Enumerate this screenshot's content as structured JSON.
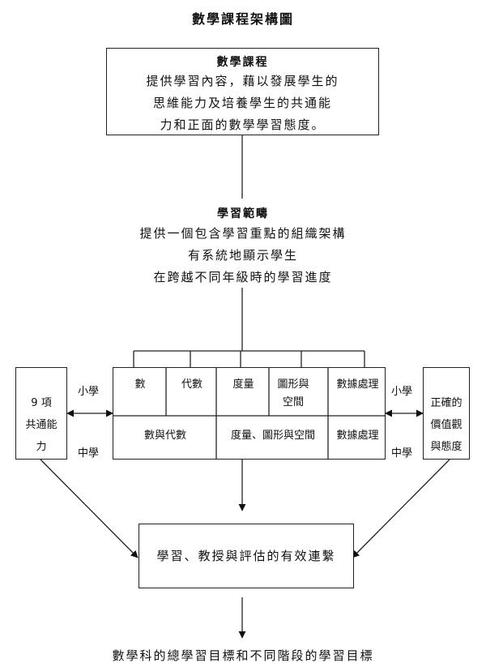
{
  "title": "數學課程架構圖",
  "curriculum": {
    "heading": "數學課程",
    "lines": [
      "提供學習內容，藉以發展學生的",
      "思維能力及培養學生的共通能",
      "力和正面的數學學習態度。"
    ]
  },
  "learning_dimensions": {
    "heading": "學習範疇",
    "lines": [
      "提供一個包含學習重點的組織架構",
      "有系統地顯示學生",
      "在跨越不同年級時的學習進度"
    ]
  },
  "primary_strands": [
    "數",
    "代數",
    "度量",
    "圖形與空間",
    "數據處理"
  ],
  "secondary_strands": [
    "數與代數",
    "度量、圖形與空間",
    "數據處理"
  ],
  "left_box": {
    "lines": [
      "9 項",
      "共通能",
      "力"
    ]
  },
  "right_box": {
    "lines": [
      "正確的",
      "價值觀",
      "與態度"
    ]
  },
  "labels": {
    "primary": "小學",
    "secondary": "中學"
  },
  "linkage_box": "學習、教授與評估的有效連繫",
  "bottom_text": "數學科的總學習目標和不同階段的學習目標"
}
